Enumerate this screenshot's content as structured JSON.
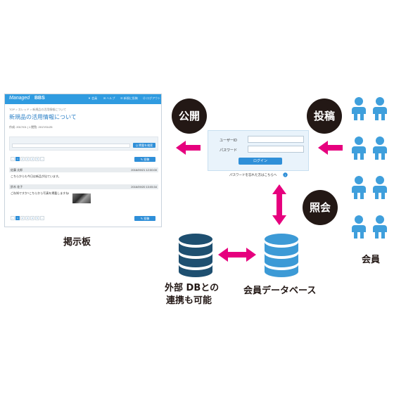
{
  "board": {
    "brand": "Managed",
    "brand_badge": "BBS",
    "nav_items": [
      "▼ 会員",
      "✉ ヘルプ",
      "☰ 新規に投稿",
      "⊘ ログアウト"
    ],
    "breadcrumb": "TOP > スレッド > 新規品の活用情報について",
    "title": "新規品の活用情報について",
    "meta": "作成: 2017/01 | 1 閲覧: 2017/01/25",
    "search_button": "Q 掲載を検索",
    "post_button": "✎ 投稿",
    "pages": [
      "‹",
      "1",
      "2",
      "3",
      "4",
      "5",
      "›"
    ],
    "posts": [
      {
        "name": "佐藤 太郎",
        "date": "2016/09/21 12:00:00",
        "text": "こちらからも今日は新品が出ています。"
      },
      {
        "name": "鈴木 花子",
        "date": "2016/09/20 13:05:34",
        "text": "ご存知ですか?こちらから写真を掲載しますね!"
      }
    ]
  },
  "login": {
    "user_label": "ユーザーID",
    "password_label": "パスワード",
    "login_button": "ログイン",
    "forgot_link": "パスワードを忘れた方はこちらへ"
  },
  "labels": {
    "publish": "公開",
    "post": "投稿",
    "query": "照会",
    "board_caption": "掲示板",
    "members_caption": "会員",
    "member_db": "会員データベース",
    "external_db_line1": "外部 DBとの",
    "external_db_line2": "連携も可能"
  },
  "colors": {
    "accent_pink": "#e6007e",
    "db_dark": "#1e4f70",
    "db_light": "#3c9ad6",
    "member_blue": "#3f9fdc",
    "bubble": "#231815"
  }
}
